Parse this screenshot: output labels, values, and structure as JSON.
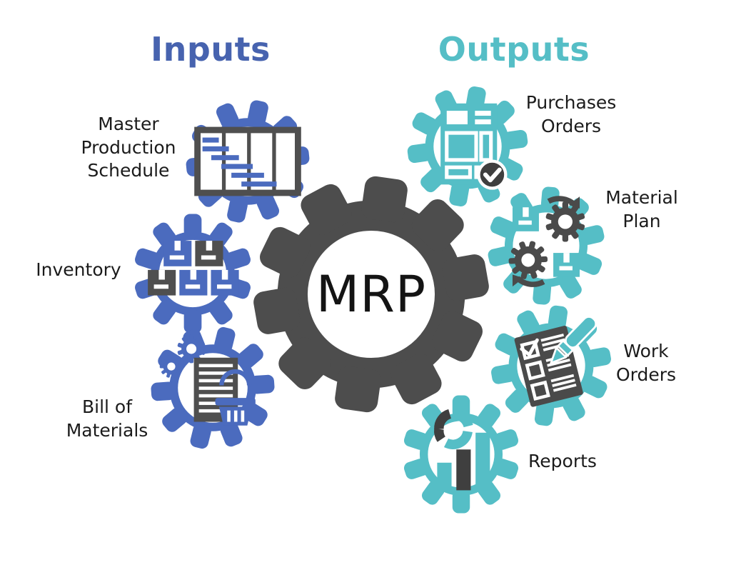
{
  "titles": {
    "inputs": "Inputs",
    "outputs": "Outputs"
  },
  "center_gear": {
    "label": "MRP"
  },
  "inputs": [
    {
      "label": "Master Production Schedule",
      "icon": "gantt-schedule-icon"
    },
    {
      "label": "Inventory",
      "icon": "inventory-boxes-icon"
    },
    {
      "label": "Bill of Materials",
      "icon": "document-gears-basket-icon"
    }
  ],
  "outputs": [
    {
      "label": "Purchases Orders",
      "icon": "invoice-check-icon"
    },
    {
      "label": "Material Plan",
      "icon": "boxes-gears-cycle-icon"
    },
    {
      "label": "Work Orders",
      "icon": "checklist-pen-icon"
    },
    {
      "label": "Reports",
      "icon": "donut-bar-chart-icon"
    }
  ],
  "colors": {
    "input_blue": "#4B6BBE",
    "output_teal": "#55BEC6",
    "center_gray": "#4D4D4D",
    "title_inputs_blue": "#4763AF",
    "title_outputs_teal": "#55BEC6",
    "text_black": "#1B1B1B"
  }
}
